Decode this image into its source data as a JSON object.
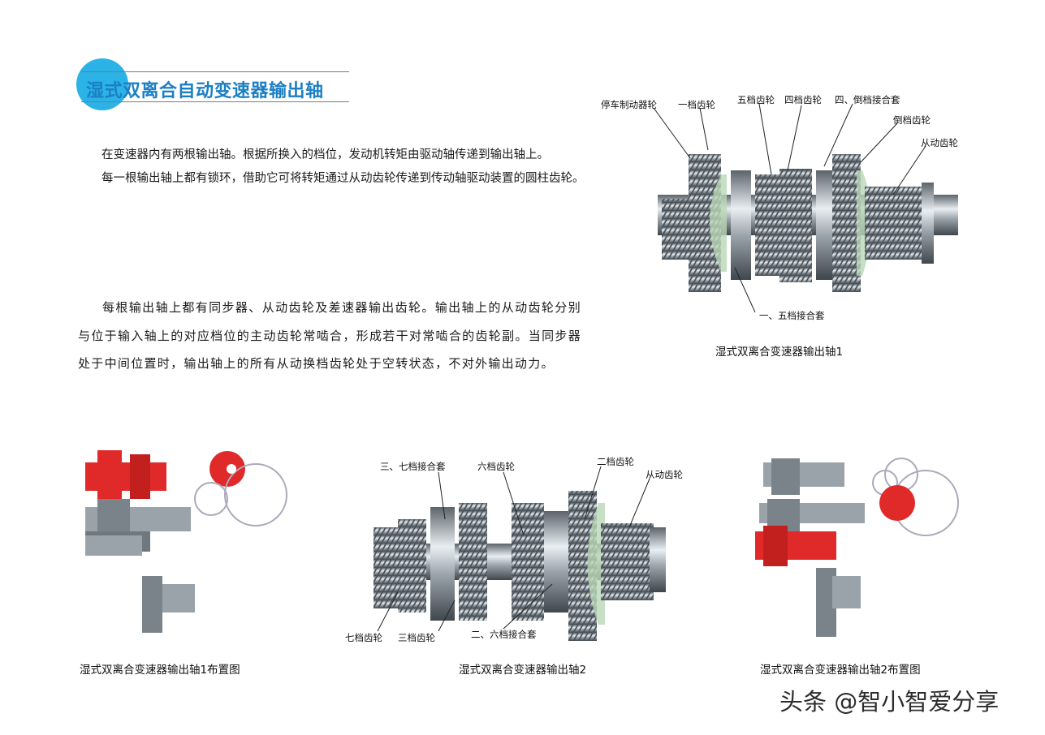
{
  "title": "湿式双离合自动变速器输出轴",
  "paragraph1": {
    "p1": "在变速器内有两根输出轴。根据所换入的档位，发动机转矩由驱动轴传递到输出轴上。",
    "p2": "每一根输出轴上都有锁环，借助它可将转矩通过从动齿轮传递到传动轴驱动装置的圆柱齿轮。"
  },
  "paragraph2": "每根输出轴上都有同步器、从动齿轮及差速器输出齿轮。输出轴上的从动齿轮分别与位于输入轴上的对应档位的主动齿轮常啮合，形成若干对常啮合的齿轮副。当同步器处于中间位置时，输出轴上的所有从动换档齿轮处于空转状态，不对外输出动力。",
  "figure1": {
    "caption": "湿式双离合变速器输出轴1",
    "labels": {
      "parking": "停车制动器轮",
      "gear1": "一档齿轮",
      "gear5": "五档齿轮",
      "gear4": "四档齿轮",
      "sync4r": "四、倒档接合套",
      "reverse": "倒档齿轮",
      "driven": "从动齿轮",
      "sync15": "一、五档接合套"
    }
  },
  "figure2": {
    "caption": "湿式双离合变速器输出轴2",
    "labels": {
      "sync37": "三、七档接合套",
      "gear6": "六档齿轮",
      "gear2": "二档齿轮",
      "driven": "从动齿轮",
      "gear7": "七档齿轮",
      "gear3": "三档齿轮",
      "sync26": "二、六档接合套"
    }
  },
  "layout1": {
    "caption": "湿式双离合变速器输出轴1布置图"
  },
  "layout2": {
    "caption": "湿式双离合变速器输出轴2布置图"
  },
  "watermark": "头条 @智小智爱分享",
  "colors": {
    "title_blue": "#1c7fc4",
    "circle_blue": "#2bb2e6",
    "highlight_red": "#e02a2a",
    "metal": "#9aa3aa"
  }
}
